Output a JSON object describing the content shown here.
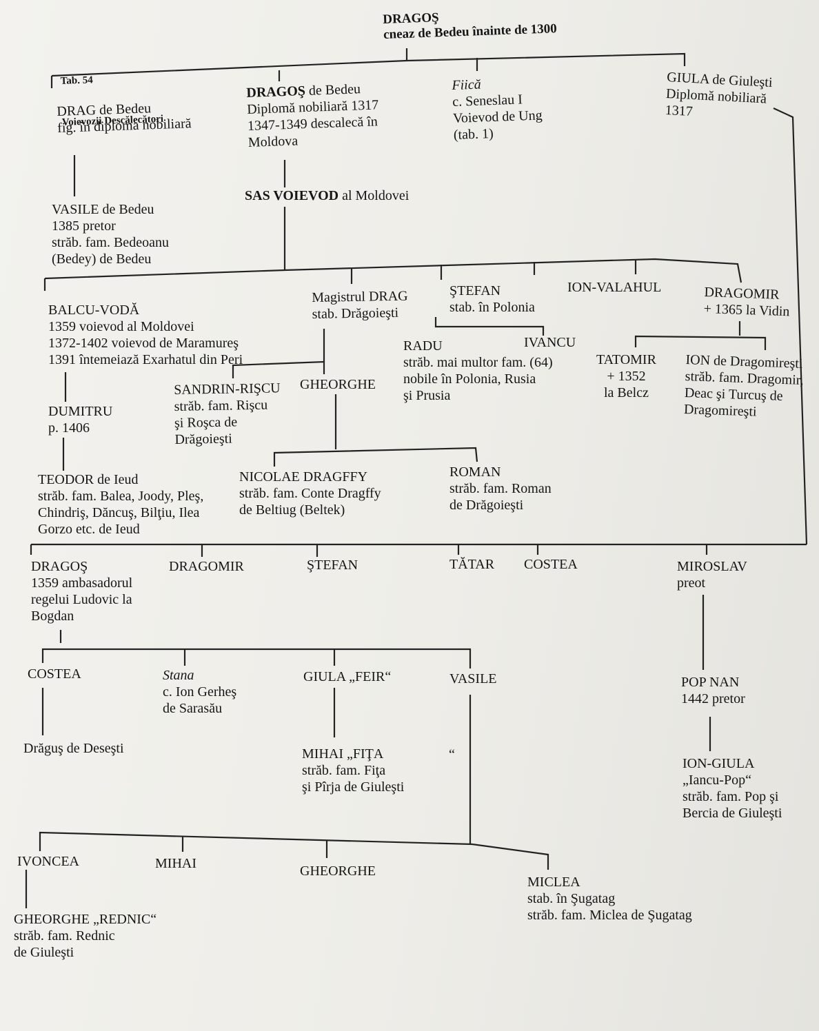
{
  "table_label": {
    "number": "Tab. 54",
    "title": "Voievozii Descălecători"
  },
  "people": {
    "dragos_root": {
      "name": "DRAGOŞ",
      "lines": [
        "cneaz de Bedeu înainte de 1300"
      ]
    },
    "drag_bedeu": {
      "name": "DRAG de Bedeu",
      "lines": [
        "fig. în diploma nobiliară"
      ]
    },
    "dragos_bedeu": {
      "name": "DRAGOŞ",
      "name_suffix": " de Bedeu",
      "lines": [
        "Diplomă nobiliară 1317",
        "1347-1349 descalecă în",
        "Moldova"
      ]
    },
    "fiica": {
      "name": "Fiică",
      "lines": [
        "c. Seneslau I",
        "Voievod de Ung",
        "(tab. 1)"
      ]
    },
    "giula_giulesti": {
      "name": "GIULA de Giuleşti",
      "lines": [
        "Diplomă nobiliară",
        "1317"
      ]
    },
    "vasile_bedeu": {
      "name": "VASILE de Bedeu",
      "lines": [
        "1385 pretor",
        "străb. fam. Bedeoanu",
        "(Bedey) de Bedeu"
      ]
    },
    "sas": {
      "name": "SAS VOIEVOD",
      "name_suffix": " al Moldovei",
      "lines": []
    },
    "balcu": {
      "name": "BALCU-VODĂ",
      "lines": [
        "1359 voievod al Moldovei",
        "1372-1402 voievod de Maramureş",
        "1391 întemeiază Exarhatul din Peri"
      ]
    },
    "drag_magistrul": {
      "name": "Magistrul DRAG",
      "lines": [
        "stab. Drăgoieşti"
      ]
    },
    "stefan_polonia": {
      "name": "ŞTEFAN",
      "lines": [
        "stab. în Polonia"
      ]
    },
    "ion_valahul": {
      "name": "ION-VALAHUL",
      "lines": []
    },
    "dragomir_vidin": {
      "name": "DRAGOMIR",
      "lines": [
        "+ 1365 la Vidin"
      ]
    },
    "radu": {
      "name": "RADU",
      "lines": [
        "străb. mai multor fam. (64)",
        "nobile în Polonia, Rusia",
        "şi Prusia"
      ]
    },
    "ivancu": {
      "name": "IVANCU",
      "lines": []
    },
    "tatomir": {
      "name": "TATOMIR",
      "lines": [
        "+ 1352",
        "la Belcz"
      ]
    },
    "ion_dragomiresti": {
      "name": "ION de Dragomireşti",
      "lines": [
        "străb. fam. Dragomir,",
        "Deac şi Turcuş de",
        "Dragomireşti"
      ]
    },
    "dumitru": {
      "name": "DUMITRU",
      "lines": [
        "p. 1406"
      ]
    },
    "sandrin": {
      "name": "SANDRIN-RIŞCU",
      "lines": [
        "străb. fam. Rişcu",
        "şi Roşca de",
        "Drăgoieşti"
      ]
    },
    "gheorghe_drag": {
      "name": "GHEORGHE",
      "lines": []
    },
    "teodor": {
      "name": "TEODOR de Ieud",
      "lines": [
        "străb. fam. Balea, Joody, Pleş,",
        "Chindriş, Dăncuş, Bilţiu, Ilea",
        "Gorzo etc. de Ieud"
      ]
    },
    "nicolae": {
      "name": "NICOLAE DRAGFFY",
      "lines": [
        "străb. fam. Conte Dragffy",
        "de Beltiug (Beltek)"
      ]
    },
    "roman": {
      "name": "ROMAN",
      "lines": [
        "străb. fam. Roman",
        "de Drăgoieşti"
      ]
    },
    "dragos_1359": {
      "name": "DRAGOŞ",
      "lines": [
        "1359 ambasadorul",
        "regelui Ludovic la",
        "Bogdan"
      ]
    },
    "dragomir2": {
      "name": "DRAGOMIR",
      "lines": []
    },
    "stefan2": {
      "name": "ŞTEFAN",
      "lines": []
    },
    "tatar": {
      "name": "TĂTAR",
      "lines": []
    },
    "costea1": {
      "name": "COSTEA",
      "lines": []
    },
    "miroslav": {
      "name": "MIROSLAV",
      "lines": [
        "preot"
      ]
    },
    "costea2": {
      "name": "COSTEA",
      "lines": []
    },
    "stana": {
      "name": "Stana",
      "lines": [
        "c. Ion Gerheş",
        "de Sarasău"
      ]
    },
    "giula_feir": {
      "name": "GIULA „FEIR“",
      "lines": []
    },
    "vasile2": {
      "name": "VASILE",
      "lines": []
    },
    "pop_nan": {
      "name": "POP NAN",
      "lines": [
        "1442 pretor"
      ]
    },
    "dragus": {
      "name": "Drăguş de Deseşti",
      "lines": []
    },
    "mihai_fita": {
      "name": "MIHAI „FIŢA",
      "lines": [
        "străb. fam. Fiţa",
        "şi Pîrja de Giuleşti"
      ]
    },
    "stray_quote": {
      "name": "“",
      "lines": []
    },
    "ion_giula": {
      "name": "ION-GIULA",
      "lines": [
        "„Iancu-Pop“",
        "străb. fam. Pop şi",
        "Bercia de Giuleşti"
      ]
    },
    "ivoncea": {
      "name": "IVONCEA",
      "lines": []
    },
    "mihai2": {
      "name": "MIHAI",
      "lines": []
    },
    "gheorghe3": {
      "name": "GHEORGHE",
      "lines": []
    },
    "miclea": {
      "name": "MICLEA",
      "lines": [
        "stab. în Şugatag",
        "străb. fam. Miclea de Şugatag"
      ]
    },
    "gheorghe_rednic": {
      "name": "GHEORGHE „REDNIC“",
      "lines": [
        "străb. fam. Rednic",
        "de Giuleşti"
      ]
    }
  }
}
